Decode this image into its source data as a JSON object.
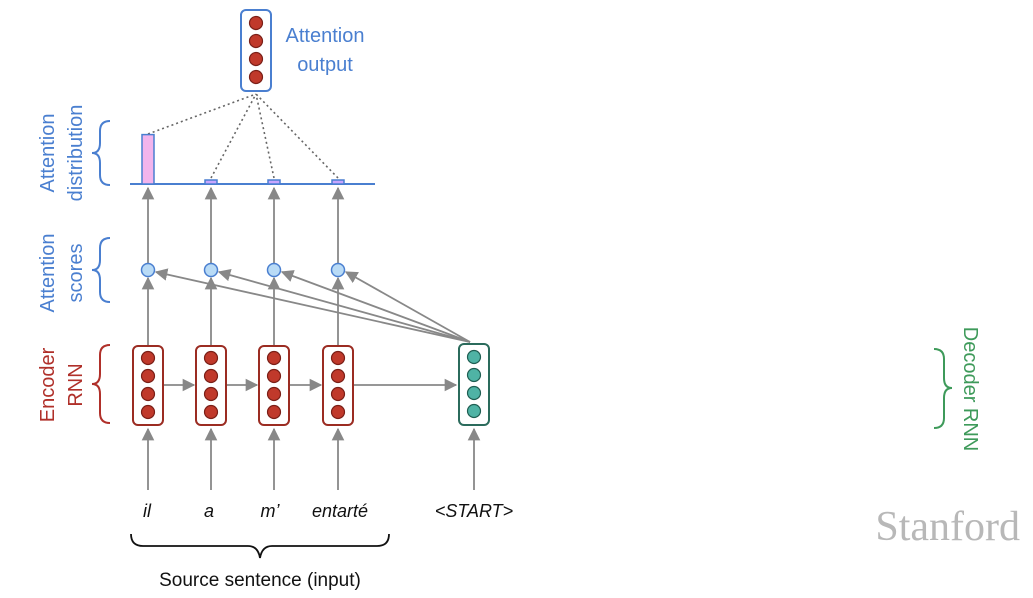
{
  "labels": {
    "attention_output_line1": "Attention",
    "attention_output_line2": "output",
    "attention_distribution_line1": "Attention",
    "attention_distribution_line2": "distribution",
    "attention_scores_line1": "Attention",
    "attention_scores_line2": "scores",
    "encoder_line1": "Encoder",
    "encoder_line2": "RNN",
    "decoder": "Decoder RNN",
    "source_sentence": "Source sentence (input)",
    "brand": "Stanford"
  },
  "source_words": [
    "il",
    "a",
    "m’",
    "entarté"
  ],
  "decoder_input": "<START>",
  "attention_distribution": [
    0.95,
    0.05,
    0.05,
    0.05
  ],
  "colors": {
    "encoder": "#9b2c22",
    "encoder_dot": "#c0392b",
    "decoder": "#2b6b5c",
    "decoder_dot": "#4fb3a5",
    "attention_blue": "#4a7fd0",
    "bar_pink": "#f2b4ec",
    "arrow_gray": "#888888"
  }
}
